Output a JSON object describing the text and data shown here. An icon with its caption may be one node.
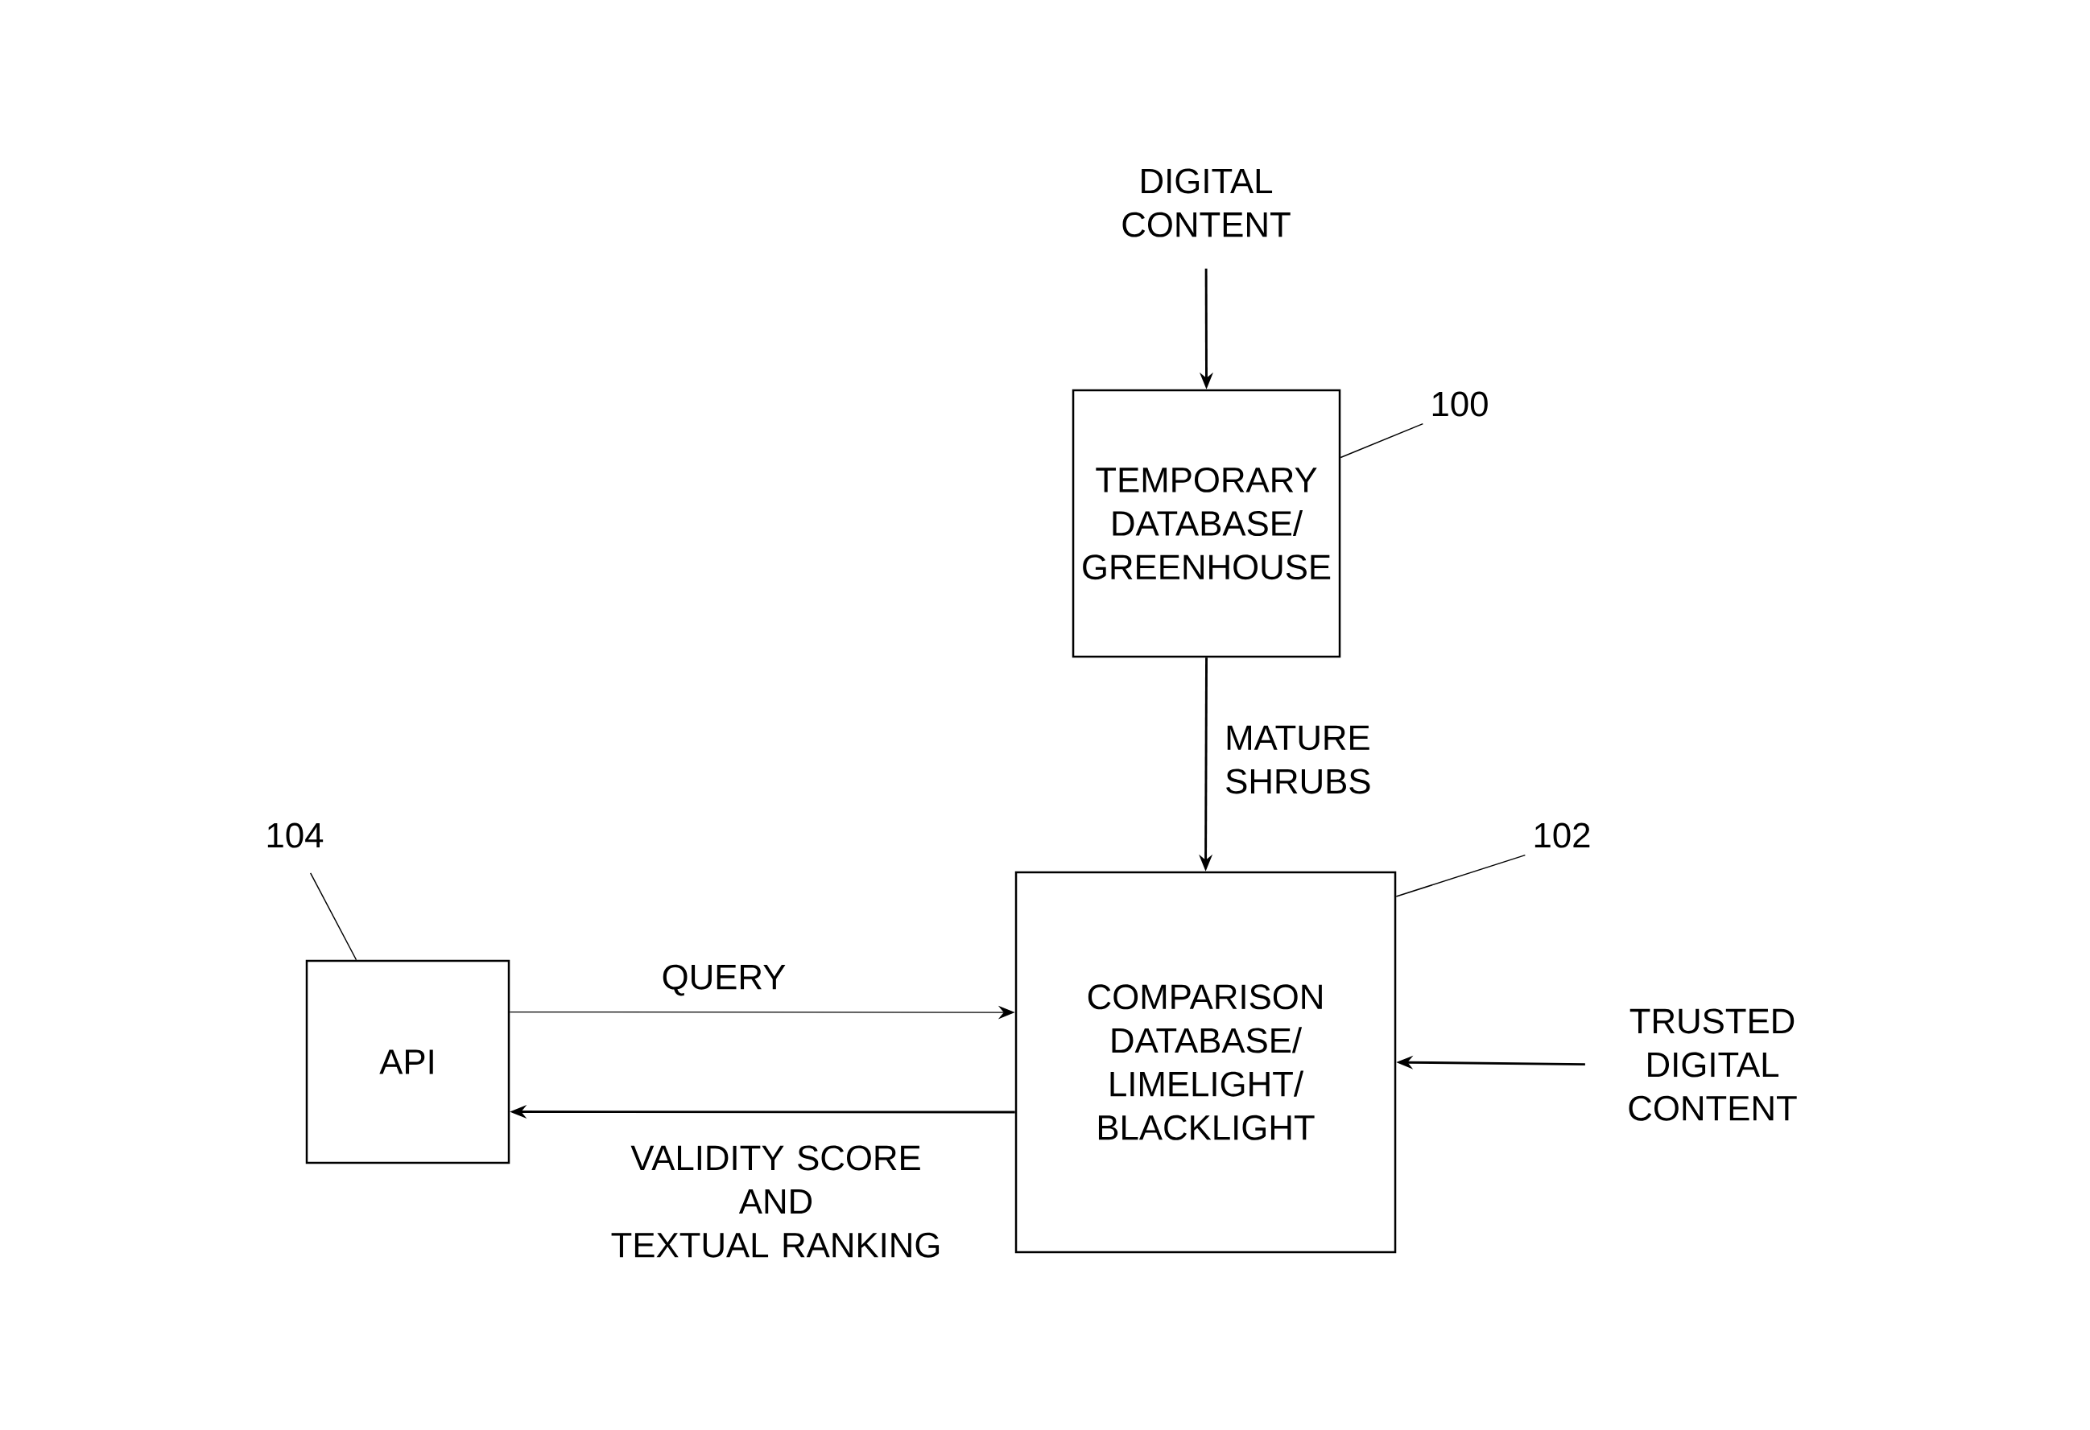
{
  "diagram": {
    "nodes": [
      {
        "text": [
          "DIGITAL CONTENT"
        ]
      },
      {
        "text": [
          "TEMPORARY DATABASE/ GREENHOUSE"
        ]
      },
      {
        "text": [
          "100"
        ]
      },
      {
        "text": [
          "104"
        ]
      },
      {
        "text": [
          "102"
        ]
      },
      {
        "text": [
          "API"
        ]
      },
      {
        "text": [
          "COMPARISON DATABASE/ LIMELIGHT/ BLACKLIGHT"
        ]
      },
      {
        "text": [
          "TRUSTED DIGITAL CONTENT"
        ]
      }
    ],
    "edges": [
      {
        "from": 0,
        "to": 1,
        "arrow": "to"
      },
      {
        "from": 1,
        "to": 6,
        "arrow": "to",
        "label": "MATURE SHRUBS"
      },
      {
        "from": 5,
        "to": 6,
        "arrow": "to",
        "label": "QUERY"
      },
      {
        "from": 6,
        "to": 5,
        "arrow": "to",
        "label": "VALIDITY SCORE AND TEXTUAL RANKING"
      },
      {
        "from": 7,
        "to": 6,
        "arrow": "to"
      },
      {
        "from": 2,
        "to": 1,
        "arrow": "none"
      },
      {
        "from": 4,
        "to": 6,
        "arrow": "none"
      },
      {
        "from": 3,
        "to": 5,
        "arrow": "none"
      }
    ]
  }
}
